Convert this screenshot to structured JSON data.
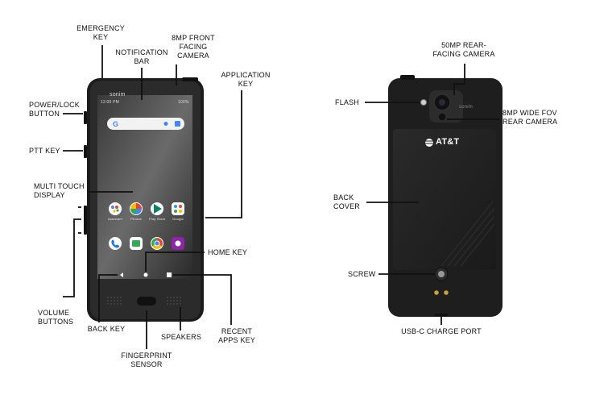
{
  "front": {
    "brand": "sonim",
    "time": "12:00 PM",
    "battery": "100%",
    "apps_row1": [
      "Assistant",
      "Photos",
      "Play Store",
      "Google"
    ]
  },
  "back": {
    "carrier": "AT&T",
    "camera_brand": "sonim"
  },
  "labels": {
    "emergency_key": "EMERGENCY\nKEY",
    "notification_bar": "NOTIFICATION\nBAR",
    "front_camera": "8MP FRONT\nFACING\nCAMERA",
    "application_key": "APPLICATION\nKEY",
    "power_lock": "POWER/LOCK\nBUTTON",
    "ptt_key": "PTT KEY",
    "multi_touch": "MULTI TOUCH\nDISPLAY",
    "volume_buttons": "VOLUME\nBUTTONS",
    "back_key": "BACK KEY",
    "home_key": "HOME KEY",
    "fingerprint": "FINGERPRINT\nSENSOR",
    "speakers": "SPEAKERS",
    "recent_apps": "RECENT\nAPPS KEY",
    "rear_camera": "50MP REAR-\nFACING CAMERA",
    "flash": "FLASH",
    "wide_camera": "8MP WIDE FOV\nREAR CAMERA",
    "back_cover": "BACK\nCOVER",
    "screw": "SCREW",
    "usb": "USB-C CHARGE PORT"
  }
}
